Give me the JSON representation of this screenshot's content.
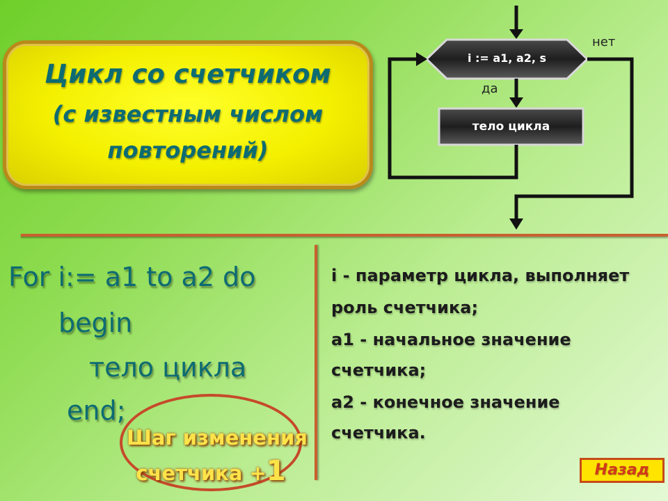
{
  "title": {
    "line1": "Цикл со счетчиком",
    "line2": "(с известным числом",
    "line3": "повторений)"
  },
  "flowchart": {
    "header_label": "i := a1, a2,  s",
    "body_label": "тело цикла",
    "yes_label": "да",
    "no_label": "нет"
  },
  "code": {
    "line1": "For  i:= a1  to  a2  do",
    "line2": "begin",
    "line3": "тело цикла",
    "line4": "end;"
  },
  "description": {
    "line1": "i - параметр цикла, выполняет",
    "line2": "роль  счетчика;",
    "line3": "a1 - начальное значение",
    "line4": "счетчика;",
    "line5": "a2 - конечное значение",
    "line6": "счетчика."
  },
  "step_note": {
    "line1": "Шаг изменения",
    "line2_text": "счетчика  +",
    "line2_num": "1"
  },
  "back_button": {
    "label": "Назад"
  },
  "colors": {
    "title_text": "#0d6b72",
    "accent_orange": "#c9602f",
    "step_yellow": "#fbe34a",
    "button_yellow": "#ffe400"
  }
}
